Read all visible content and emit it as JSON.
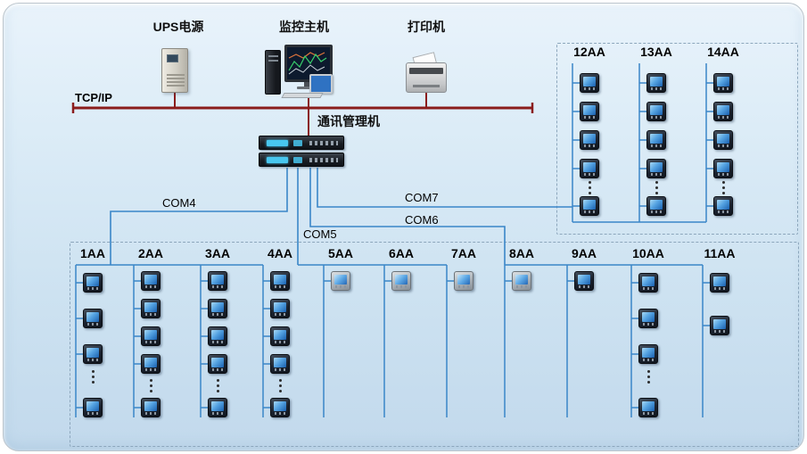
{
  "devices": {
    "ups": {
      "label": "UPS电源"
    },
    "host": {
      "label": "监控主机"
    },
    "printer": {
      "label": "打印机"
    },
    "gateway": {
      "label": "通讯管理机"
    }
  },
  "network": {
    "bus_label": "TCP/IP",
    "com_ports": {
      "com4": "COM4",
      "com5": "COM5",
      "com6": "COM6",
      "com7": "COM7"
    }
  },
  "groups_right": [
    {
      "label": "12AA",
      "meters_above": 4,
      "ellipsis": true,
      "meters_below": 1
    },
    {
      "label": "13AA",
      "meters_above": 4,
      "ellipsis": true,
      "meters_below": 1
    },
    {
      "label": "14AA",
      "meters_above": 4,
      "ellipsis": true,
      "meters_below": 1
    }
  ],
  "groups_bottom": [
    {
      "label": "1AA",
      "meters_above": 3,
      "ellipsis": true,
      "meters_below": 1
    },
    {
      "label": "2AA",
      "meters_above": 4,
      "ellipsis": true,
      "meters_below": 1
    },
    {
      "label": "3AA",
      "meters_above": 4,
      "ellipsis": true,
      "meters_below": 1
    },
    {
      "label": "4AA",
      "meters_above": 4,
      "ellipsis": true,
      "meters_below": 1
    },
    {
      "label": "5AA",
      "meters_above": 1,
      "ellipsis": false,
      "meters_below": 0
    },
    {
      "label": "6AA",
      "meters_above": 1,
      "ellipsis": false,
      "meters_below": 0
    },
    {
      "label": "7AA",
      "meters_above": 1,
      "ellipsis": false,
      "meters_below": 0
    },
    {
      "label": "8AA",
      "meters_above": 1,
      "ellipsis": false,
      "meters_below": 0
    },
    {
      "label": "9AA",
      "meters_above": 1,
      "ellipsis": false,
      "meters_below": 0
    },
    {
      "label": "10AA",
      "meters_above": 3,
      "ellipsis": true,
      "meters_below": 1
    },
    {
      "label": "11AA",
      "meters_above": 2,
      "ellipsis": false,
      "meters_below": 0
    }
  ]
}
